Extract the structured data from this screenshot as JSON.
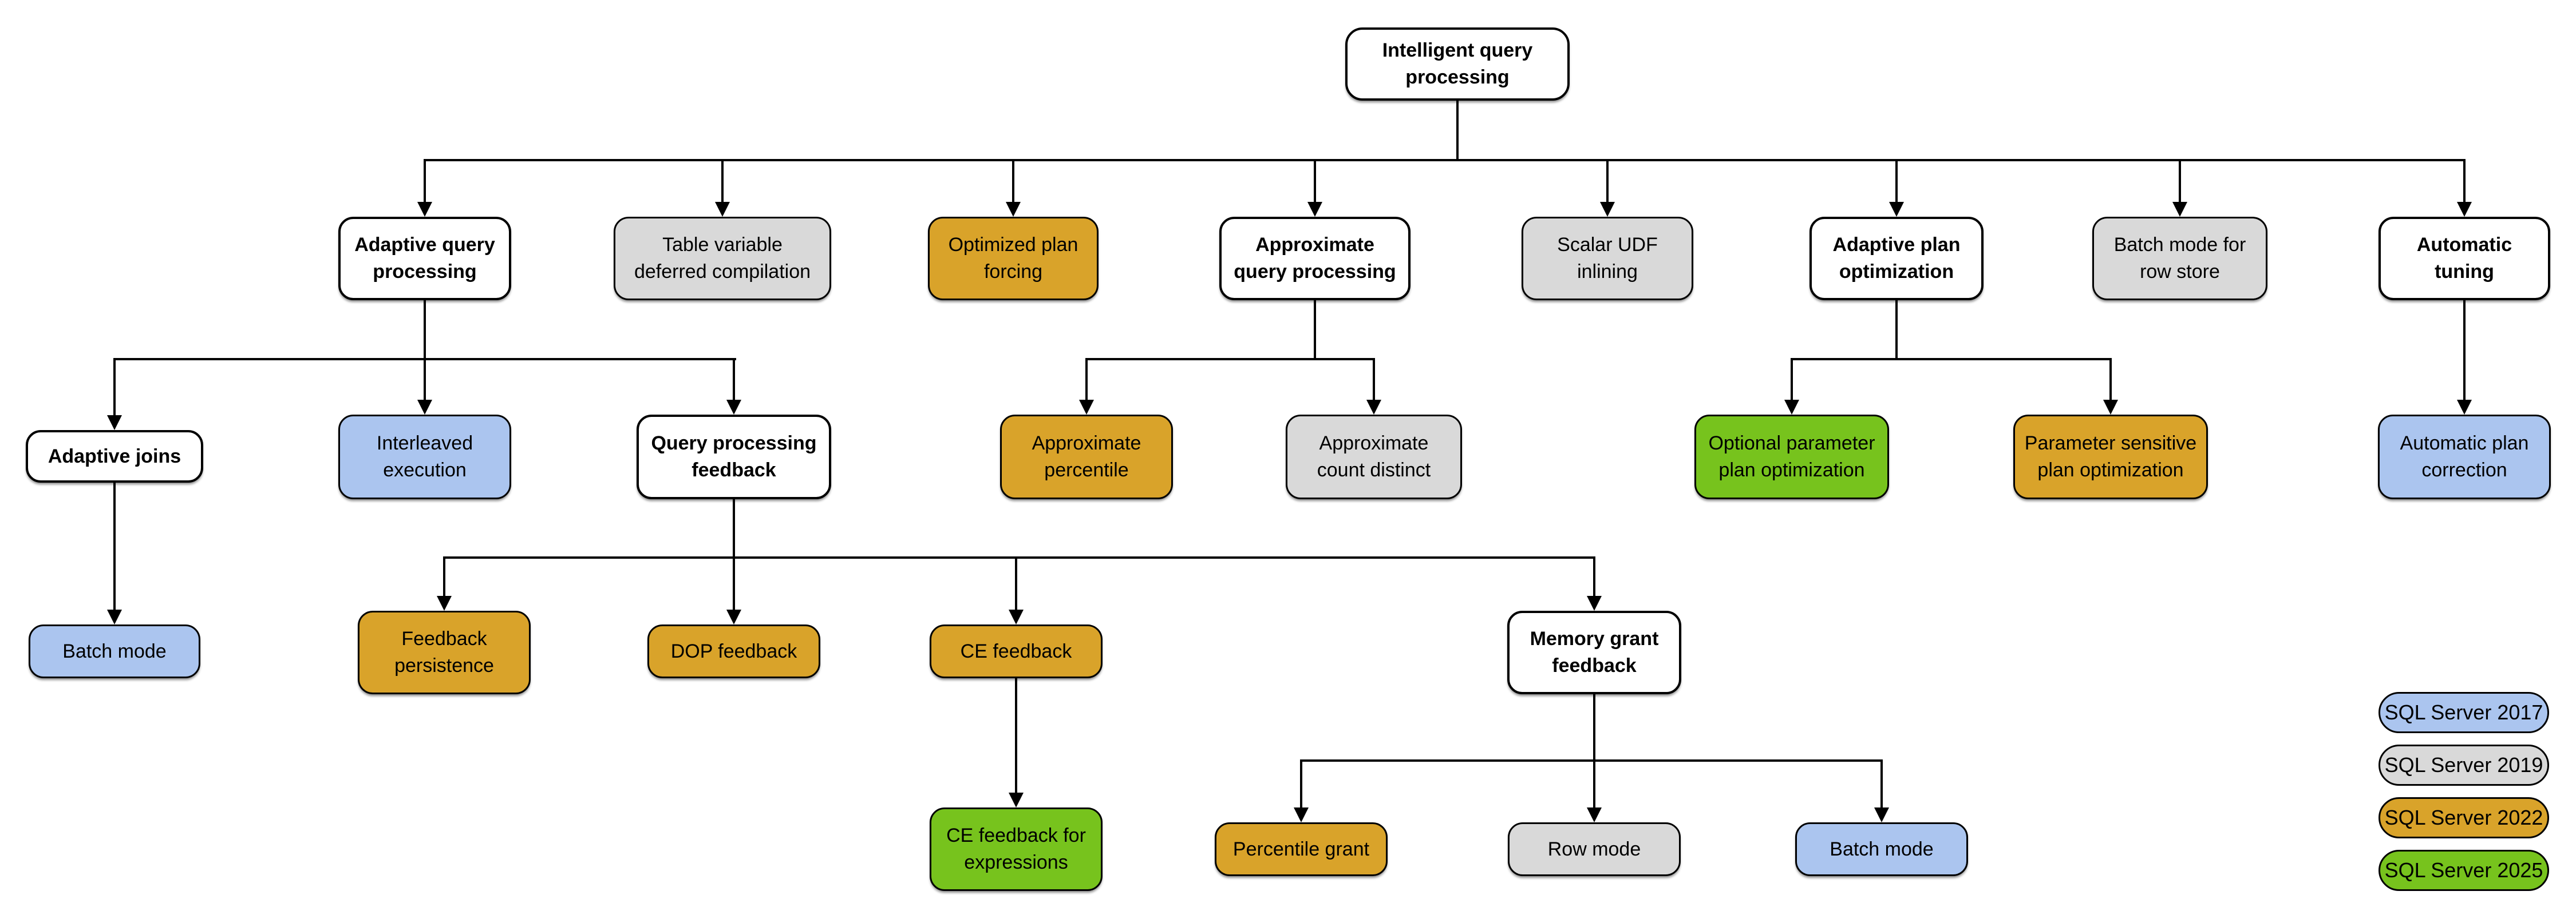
{
  "diagram_title": "Intelligent query processing",
  "nodes": {
    "root": {
      "label": "Intelligent query\nprocessing",
      "kind": "category"
    },
    "adaptive_query_processing": {
      "label": "Adaptive query\nprocessing",
      "kind": "category"
    },
    "table_variable_deferred_compilation": {
      "label": "Table variable\ndeferred compilation",
      "version": "SQL Server 2019"
    },
    "optimized_plan_forcing": {
      "label": "Optimized plan\nforcing",
      "version": "SQL Server 2022"
    },
    "approximate_query_processing": {
      "label": "Approximate\nquery processing",
      "kind": "category"
    },
    "scalar_udf_inlining": {
      "label": "Scalar UDF\ninlining",
      "version": "SQL Server 2019"
    },
    "adaptive_plan_optimization": {
      "label": "Adaptive plan\noptimization",
      "kind": "category"
    },
    "batch_mode_for_row_store": {
      "label": "Batch mode for\nrow store",
      "version": "SQL Server 2019"
    },
    "automatic_tuning": {
      "label": "Automatic\ntuning",
      "kind": "category"
    },
    "adaptive_joins": {
      "label": "Adaptive joins",
      "kind": "category"
    },
    "interleaved_execution": {
      "label": "Interleaved\nexecution",
      "version": "SQL Server 2017"
    },
    "query_processing_feedback": {
      "label": "Query processing\nfeedback",
      "kind": "category"
    },
    "approximate_percentile": {
      "label": "Approximate\npercentile",
      "version": "SQL Server 2022"
    },
    "approximate_count_distinct": {
      "label": "Approximate\ncount distinct",
      "version": "SQL Server 2019"
    },
    "optional_parameter_plan_optimization": {
      "label": "Optional parameter\nplan optimization",
      "version": "SQL Server 2025"
    },
    "parameter_sensitive_plan_optimization": {
      "label": "Parameter sensitive\nplan optimization",
      "version": "SQL Server 2022"
    },
    "automatic_plan_correction": {
      "label": "Automatic plan\ncorrection",
      "version": "SQL Server 2017"
    },
    "batch_mode_under_adaptive_joins": {
      "label": "Batch mode",
      "version": "SQL Server 2017"
    },
    "feedback_persistence": {
      "label": "Feedback\npersistence",
      "version": "SQL Server 2022"
    },
    "dop_feedback": {
      "label": "DOP feedback",
      "version": "SQL Server 2022"
    },
    "ce_feedback": {
      "label": "CE feedback",
      "version": "SQL Server 2022"
    },
    "memory_grant_feedback": {
      "label": "Memory grant\nfeedback",
      "kind": "category"
    },
    "ce_feedback_for_expressions": {
      "label": "CE feedback for\nexpressions",
      "version": "SQL Server 2025"
    },
    "percentile_grant": {
      "label": "Percentile grant",
      "version": "SQL Server 2022"
    },
    "row_mode": {
      "label": "Row mode",
      "version": "SQL Server 2019"
    },
    "batch_mode_under_memory_grant": {
      "label": "Batch mode",
      "version": "SQL Server 2017"
    }
  },
  "legend": {
    "items": [
      {
        "label": "SQL Server 2017",
        "color": "#abc5ef"
      },
      {
        "label": "SQL Server 2019",
        "color": "#d9d9d9"
      },
      {
        "label": "SQL Server 2022",
        "color": "#d9a32a"
      },
      {
        "label": "SQL Server 2025",
        "color": "#77c31d"
      }
    ]
  }
}
